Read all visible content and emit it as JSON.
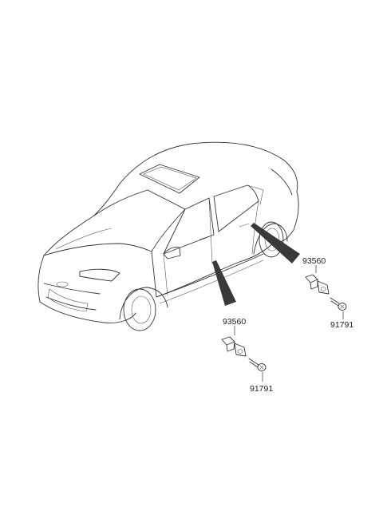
{
  "parts": [
    {
      "id": "door-switch-rear",
      "number": "93560"
    },
    {
      "id": "screw-rear",
      "number": "91791"
    },
    {
      "id": "door-switch-front",
      "number": "93560"
    },
    {
      "id": "screw-front",
      "number": "91791"
    }
  ]
}
